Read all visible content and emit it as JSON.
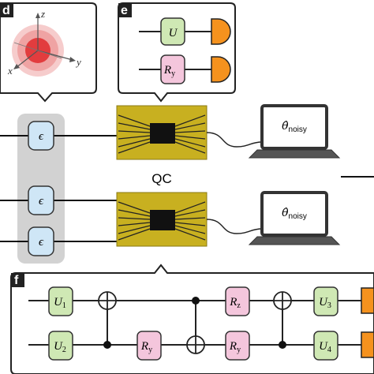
{
  "panels": {
    "d": {
      "tag": "d",
      "axes": {
        "z": "z",
        "x": "x",
        "y": "y"
      }
    },
    "e": {
      "tag": "e",
      "gates": [
        {
          "name": "U",
          "sub": ""
        },
        {
          "name": "R",
          "sub": "y"
        }
      ]
    },
    "f": {
      "tag": "f",
      "gates": [
        {
          "name": "U",
          "sub": "1"
        },
        {
          "name": "U",
          "sub": "2"
        },
        {
          "name": "R",
          "sub": "y"
        },
        {
          "name": "R",
          "sub": "z"
        },
        {
          "name": "R",
          "sub": "y"
        },
        {
          "name": "U",
          "sub": "3"
        },
        {
          "name": "U",
          "sub": "4"
        }
      ]
    }
  },
  "noise": {
    "symbol": "ϵ",
    "count": 3
  },
  "qc": {
    "label": "QC"
  },
  "laptops": [
    {
      "theta": "θ̂",
      "sub": "noisy"
    },
    {
      "theta": "θ̂",
      "sub": "noisy"
    }
  ],
  "colors": {
    "chip": "#c8b020",
    "measure": "#f5921e",
    "u_gate": "#cfe8b4",
    "r_gate": "#f4c6dc",
    "noise_gate": "#cfe6f6",
    "noise_band": "#d2d2d2",
    "panel_border": "#222222"
  }
}
